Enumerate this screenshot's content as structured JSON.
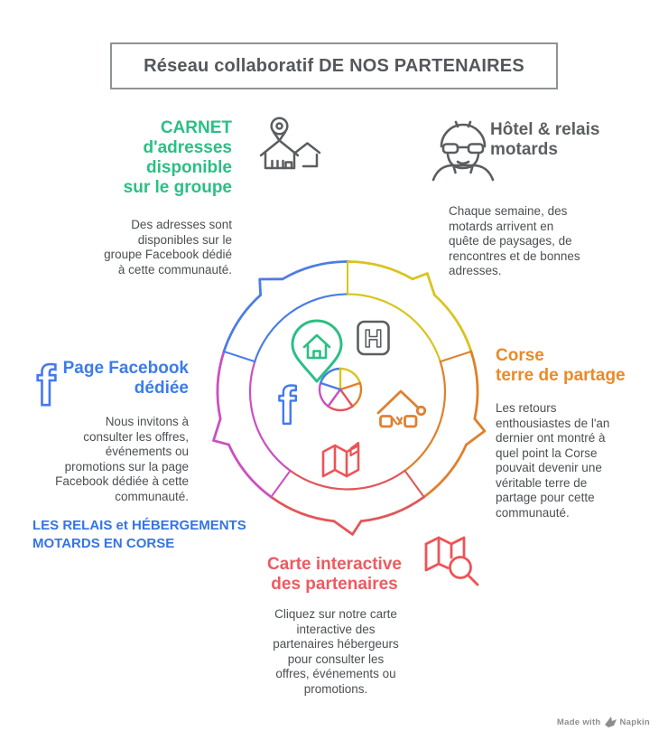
{
  "title": "Réseau collaboratif DE NOS PARTENAIRES",
  "sections": {
    "carnet": {
      "heading": "CARNET\nd'adresses\ndisponible\nsur le groupe",
      "body": "Des adresses sont\ndisponibles sur le\ngroupe Facebook dédié\nà cette communauté.",
      "icon": "pin-houses-icon",
      "color": "#2bbf85"
    },
    "hotel": {
      "heading": "Hôtel & relais\nmotards",
      "body": "Chaque semaine, des\nmotards arrivent en\nquête de paysages, de\nrencontres et de bonnes\nadresses.",
      "icon": "motorcyclist-icon",
      "color": "#5c5f62"
    },
    "facebook": {
      "heading": "Page Facebook\ndédiée",
      "body": "Nous invitons à\nconsulter les offres,\névénements ou\npromotions sur la page\nFacebook dédiée à cette\ncommunauté.",
      "link": "LES RELAIS et HÉBERGEMENTS\nMOTARDS EN CORSE",
      "icon": "facebook-icon",
      "color": "#3c7cea"
    },
    "corse": {
      "heading": "Corse\nterre de partage",
      "body": "Les retours\nenthousiastes de l'an\ndernier ont montré à\nquel point la Corse\npouvait devenir une\nvéritable terre de\npartage pour cette\ncommunauté.",
      "color": "#e88b29"
    },
    "carte": {
      "heading": "Carte interactive\ndes partenaires",
      "body": "Cliquez sur notre carte\ninteractive des\npartenaires hébergeurs\npour consulter les\noffres, événements ou\npromotions.",
      "icon": "map-search-icon",
      "color": "#ee5a60"
    }
  },
  "diagram": {
    "type": "cycle",
    "segment_colors": {
      "blue": "#4b7de4",
      "yellow": "#d9c41f",
      "orange": "#e0802b",
      "red": "#e25659",
      "magenta": "#cb50c0"
    },
    "center_icons": [
      "pin-house-icon",
      "hotel-h-icon",
      "facebook-f-icon",
      "house-handshake-icon",
      "map-icon",
      "pie-wheel-icon"
    ]
  },
  "footer": {
    "made_with": "Made with",
    "brand": "Napkin"
  }
}
